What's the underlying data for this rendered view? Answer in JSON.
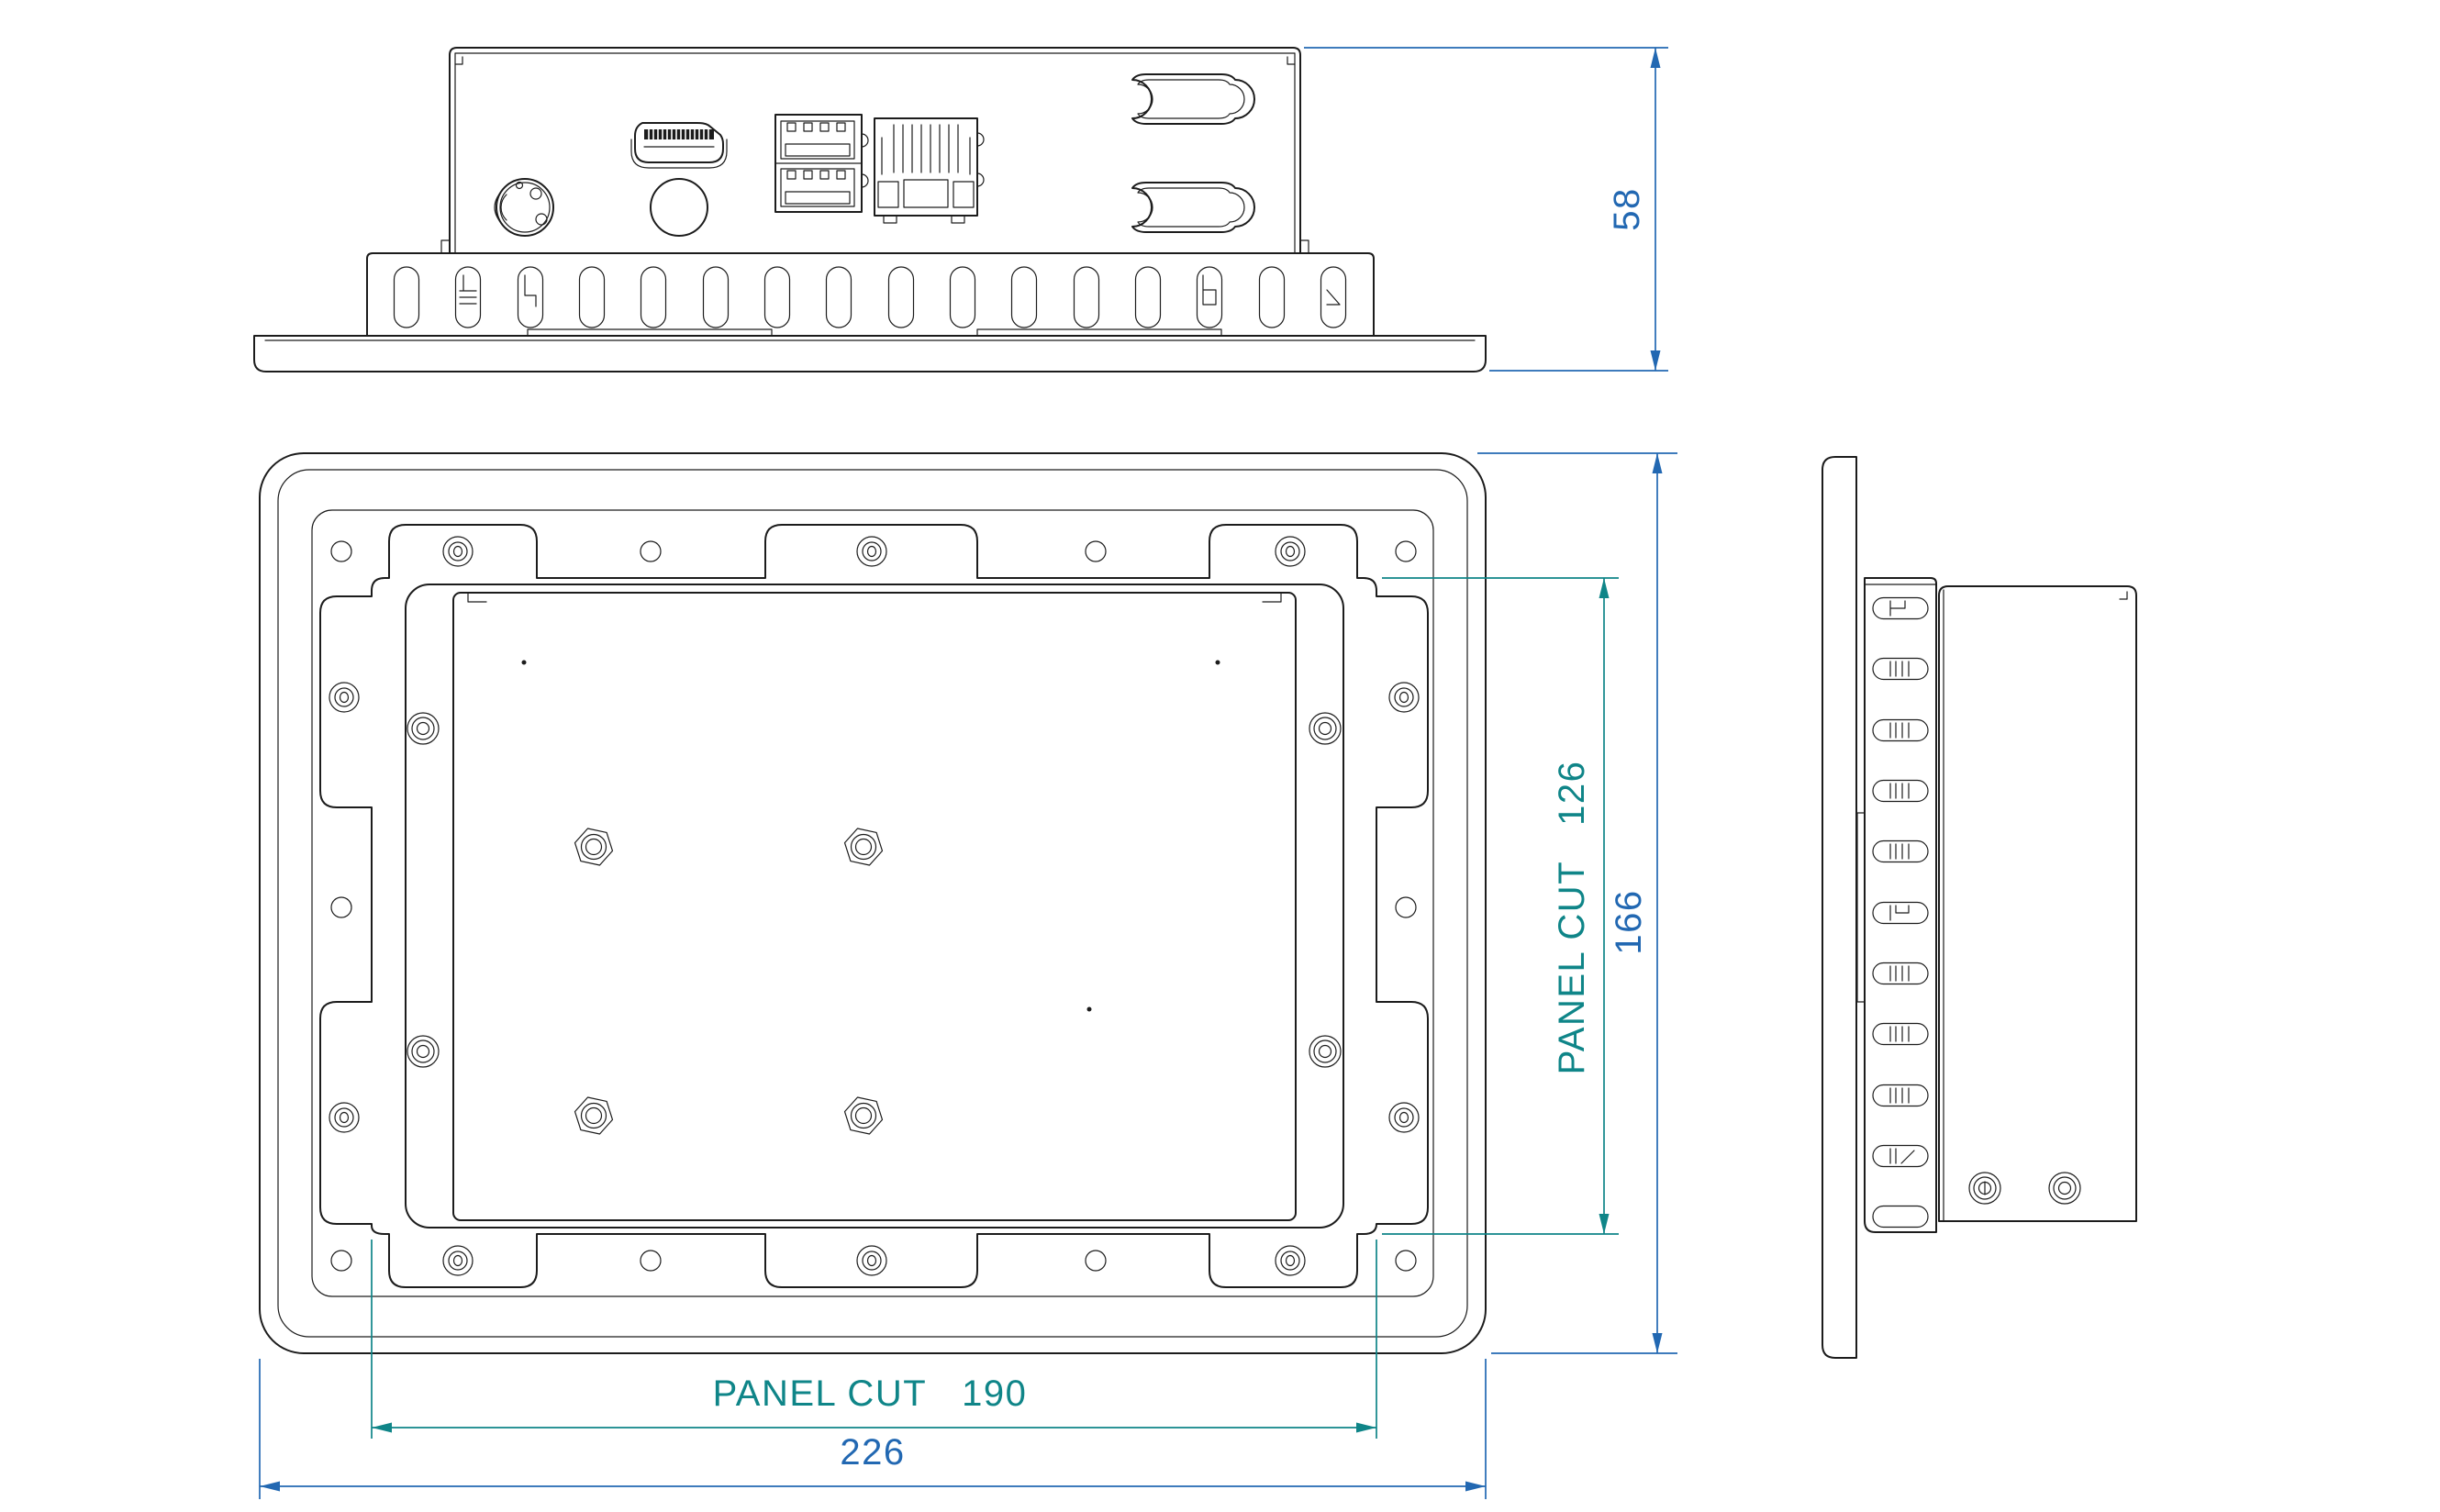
{
  "drawing": {
    "type": "engineering-drawing",
    "colors": {
      "line": "#1c1c1c",
      "dim_blue": "#2268b2",
      "dim_teal": "#0f8588",
      "background": "#ffffff"
    },
    "views": {
      "top": {
        "name": "top-view",
        "depth_dim": {
          "value": "58"
        }
      },
      "rear": {
        "name": "rear-view",
        "height_dim": {
          "value": "166"
        },
        "width_dim": {
          "value": "226"
        },
        "panel_cut_width": {
          "label": "PANEL CUT",
          "value": "190"
        },
        "panel_cut_height": {
          "label": "PANEL CUT",
          "value": "126"
        }
      },
      "side": {
        "name": "side-view"
      }
    }
  }
}
